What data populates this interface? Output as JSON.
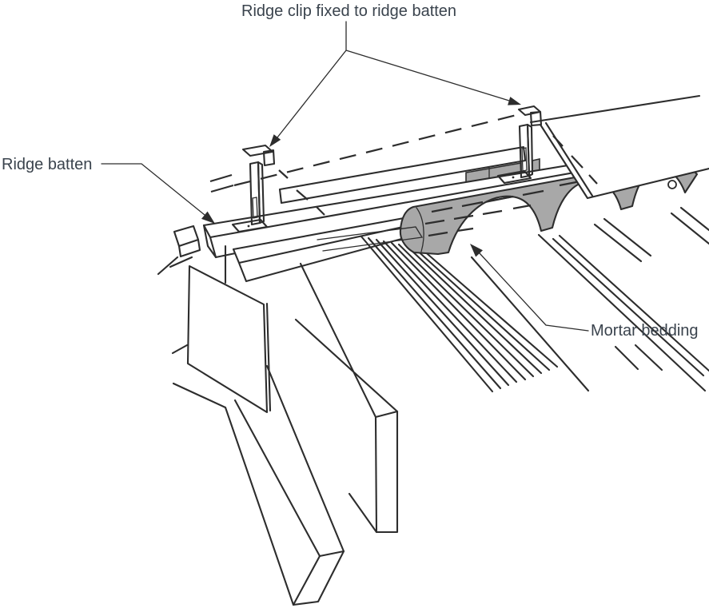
{
  "diagram": {
    "type": "technical-line-drawing",
    "subject": "Roof ridge fixing detail with ridge clips, ridge batten and mortar bedding on profiled tiles",
    "labels": {
      "ridge_clip": "Ridge clip fixed to ridge batten",
      "ridge_batten": "Ridge batten",
      "mortar_bedding": "Mortar bedding"
    },
    "callouts": [
      {
        "label": "Ridge clip fixed to ridge batten",
        "targets": [
          "left ridge clip",
          "right ridge clip"
        ]
      },
      {
        "label": "Ridge batten",
        "targets": [
          "ridge batten top face"
        ]
      },
      {
        "label": "Mortar bedding",
        "targets": [
          "grey mortar strip on tile crests"
        ]
      }
    ],
    "colors": {
      "line": "#2d2d2d",
      "mortar_gray": "#a8a8a8",
      "text": "#3a434d",
      "background": "#ffffff"
    }
  }
}
